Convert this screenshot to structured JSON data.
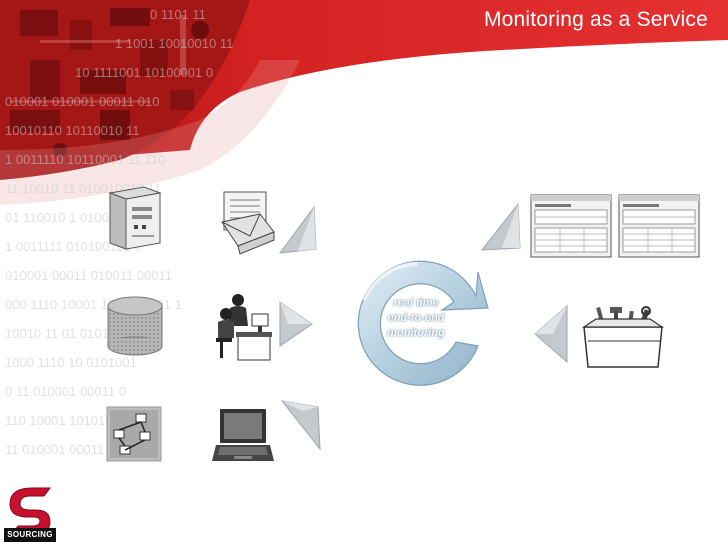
{
  "slide": {
    "title": "Monitoring as a Service"
  },
  "center": {
    "line1": "real time",
    "line2": "end-to-end",
    "line3": "monitoring"
  },
  "logo": {
    "word": "SOURCING"
  },
  "background_binary": [
    "0 1101 11",
    "1 1001 10010010 11",
    "10 1111001 10100001 0",
    "010001 010001 00011 010",
    "10010110 10110010 11",
    "1 0011110 10110001 11 110",
    "11 10010 11 010010010 11",
    "01 110010 1 010010010 1",
    "1 0011111 010100101 0",
    "010001 00011 010011 00011",
    "000 1110 10001 1011100101 1",
    "10010 11 01 010100101 0",
    "1000 1110 10 0101001",
    "0 11 010001 00011 0",
    "110 10001 1010101001",
    "11 010001 00011 010"
  ],
  "colors": {
    "brand_red": "#c8102e",
    "arrow_gray": "#b9bec4",
    "cycle_blue": "#b6d0e0"
  }
}
